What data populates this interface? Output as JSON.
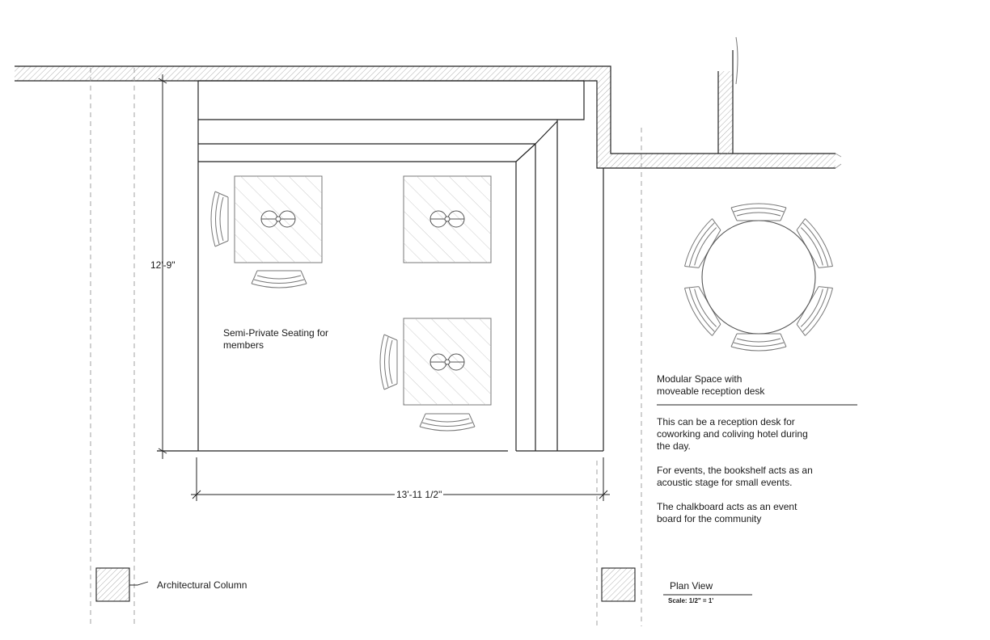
{
  "dimensions": {
    "height_label": "12'-9\"",
    "width_label": "13'-11 1/2\""
  },
  "labels": {
    "seating_line1": "Semi-Private Seating for",
    "seating_line2": "members",
    "column": "Architectural Column"
  },
  "notes": {
    "title_line1": "Modular Space with",
    "title_line2": "moveable reception desk",
    "para1": [
      "This can be a reception desk for",
      "coworking and coliving hotel during",
      "the day."
    ],
    "para2": [
      "For events, the bookshelf acts as an",
      "acoustic stage for small events."
    ],
    "para3": [
      "The chalkboard acts as an event",
      "board for the community"
    ]
  },
  "title_block": {
    "title": "Plan View",
    "scale": "Scale: 1/2\" = 1'"
  },
  "colors": {
    "line": "#222222",
    "light_line": "#8a8a8a",
    "hatch": "#9a9a9a"
  }
}
